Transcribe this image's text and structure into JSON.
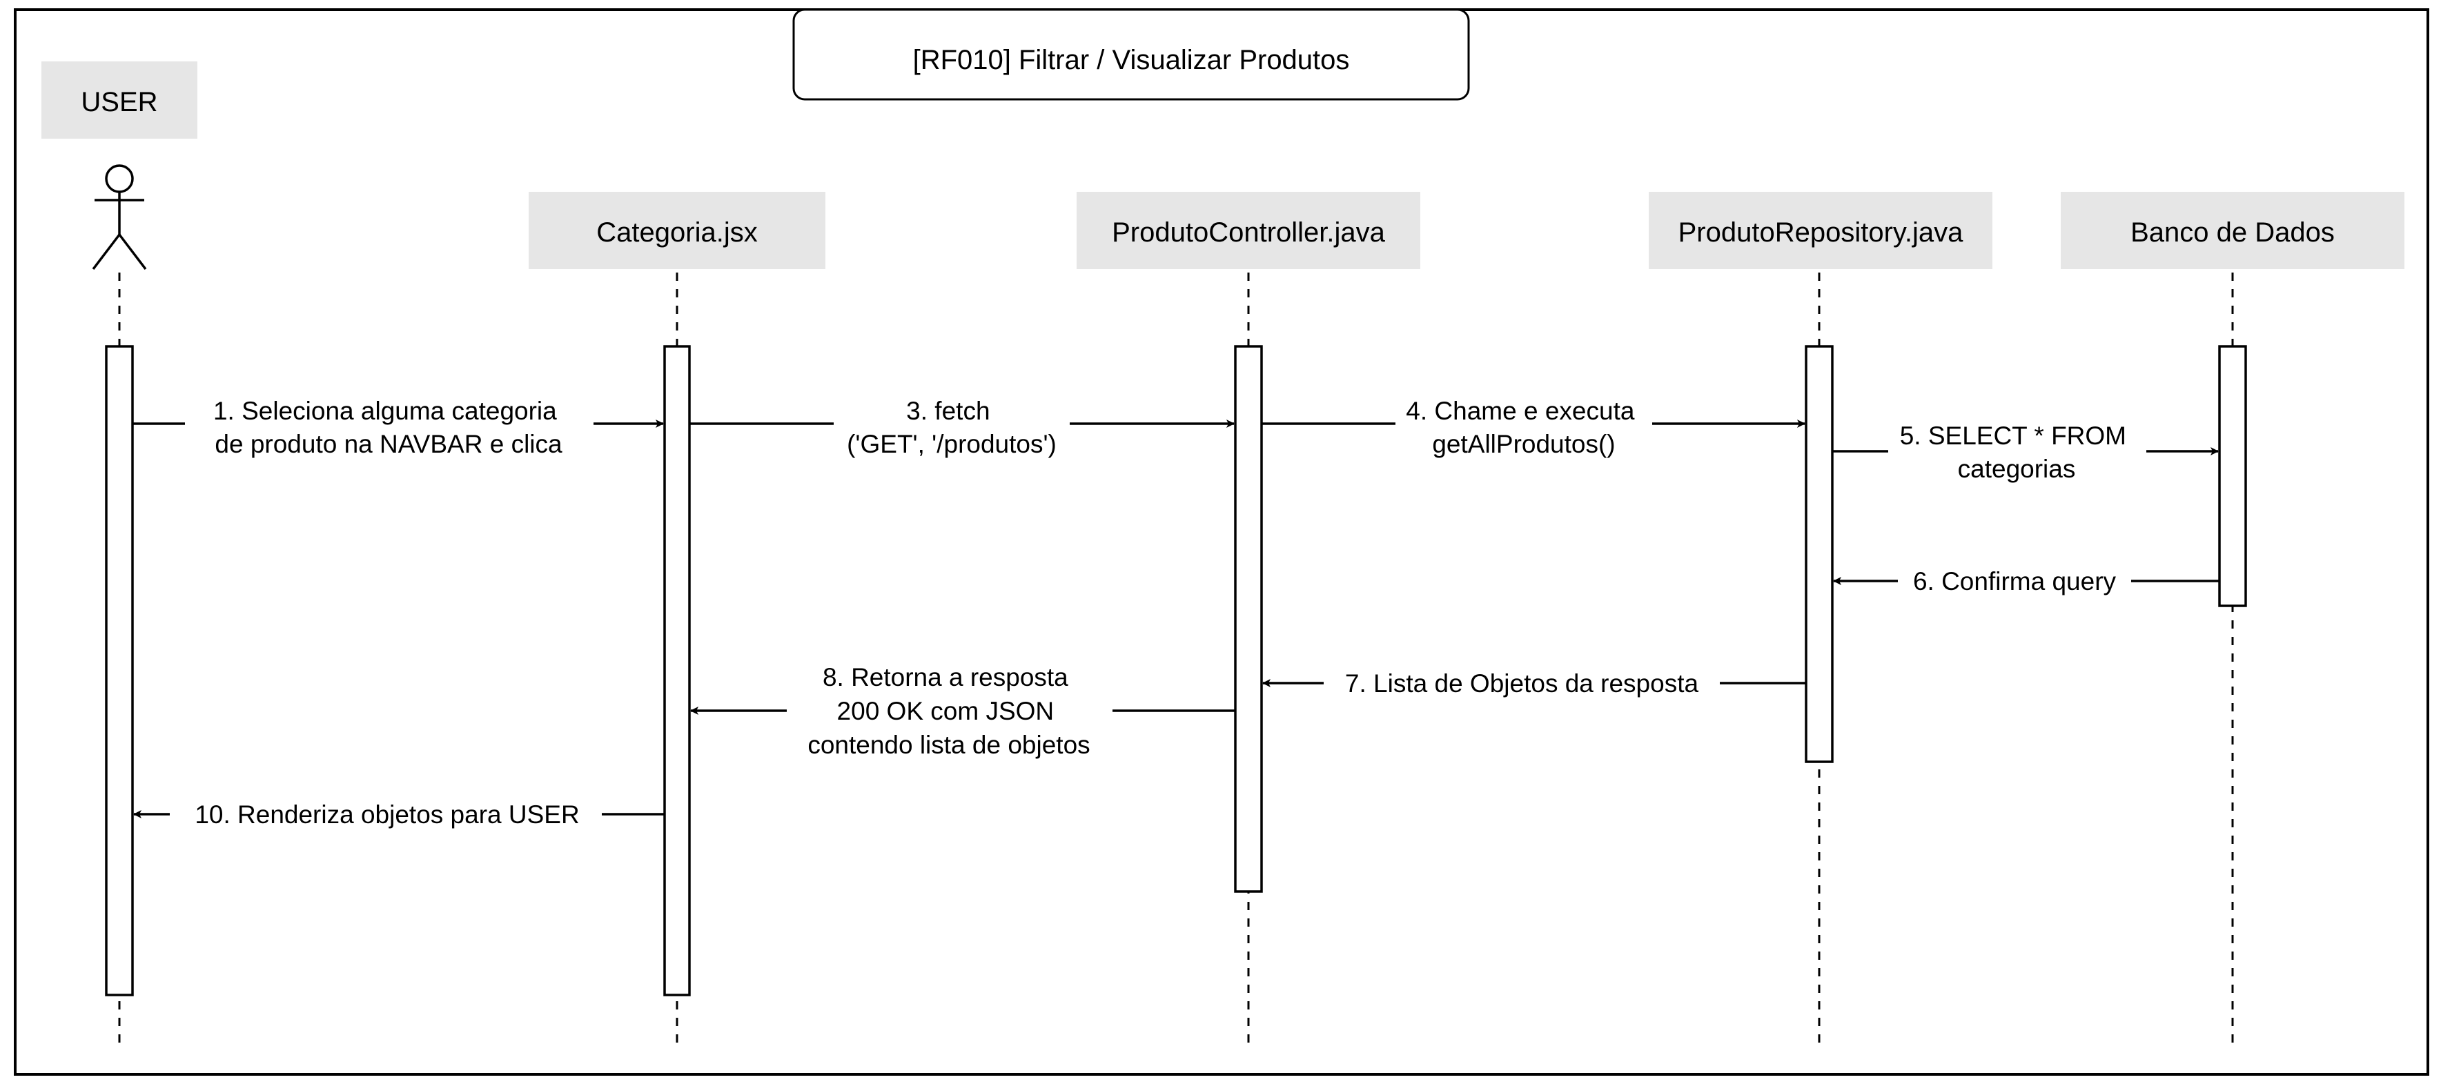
{
  "diagram": {
    "title": "[RF010] Filtrar / Visualizar Produtos",
    "actor": {
      "label": "USER"
    },
    "participants": [
      {
        "id": "categoria",
        "label": "Categoria.jsx"
      },
      {
        "id": "controller",
        "label": "ProdutoController.java"
      },
      {
        "id": "repository",
        "label": "ProdutoRepository.java"
      },
      {
        "id": "db",
        "label": "Banco de Dados"
      }
    ],
    "messages": [
      {
        "id": "m1",
        "from": "user",
        "to": "categoria",
        "kind": "call",
        "lines": [
          "1. Seleciona alguma categoria",
          "de produto na NAVBAR e clica"
        ]
      },
      {
        "id": "m3",
        "from": "categoria",
        "to": "controller",
        "kind": "call",
        "lines": [
          "3. fetch",
          "('GET', '/produtos')"
        ]
      },
      {
        "id": "m4",
        "from": "controller",
        "to": "repository",
        "kind": "call",
        "lines": [
          "4. Chame e executa",
          "getAllProdutos()"
        ]
      },
      {
        "id": "m5",
        "from": "repository",
        "to": "db",
        "kind": "call",
        "lines": [
          "5. SELECT * FROM",
          "categorias"
        ]
      },
      {
        "id": "m6",
        "from": "db",
        "to": "repository",
        "kind": "return",
        "lines": [
          "6. Confirma query"
        ]
      },
      {
        "id": "m7",
        "from": "repository",
        "to": "controller",
        "kind": "return",
        "lines": [
          "7. Lista de Objetos da resposta"
        ]
      },
      {
        "id": "m8",
        "from": "controller",
        "to": "categoria",
        "kind": "return",
        "lines": [
          "8. Retorna a resposta",
          "200 OK com JSON",
          "contendo lista de objetos"
        ]
      },
      {
        "id": "m10",
        "from": "categoria",
        "to": "user",
        "kind": "return",
        "lines": [
          "10. Renderiza objetos para USER"
        ]
      }
    ],
    "colors": {
      "participant_fill": "#e6e6e6",
      "line": "#000000",
      "background": "#ffffff"
    }
  }
}
